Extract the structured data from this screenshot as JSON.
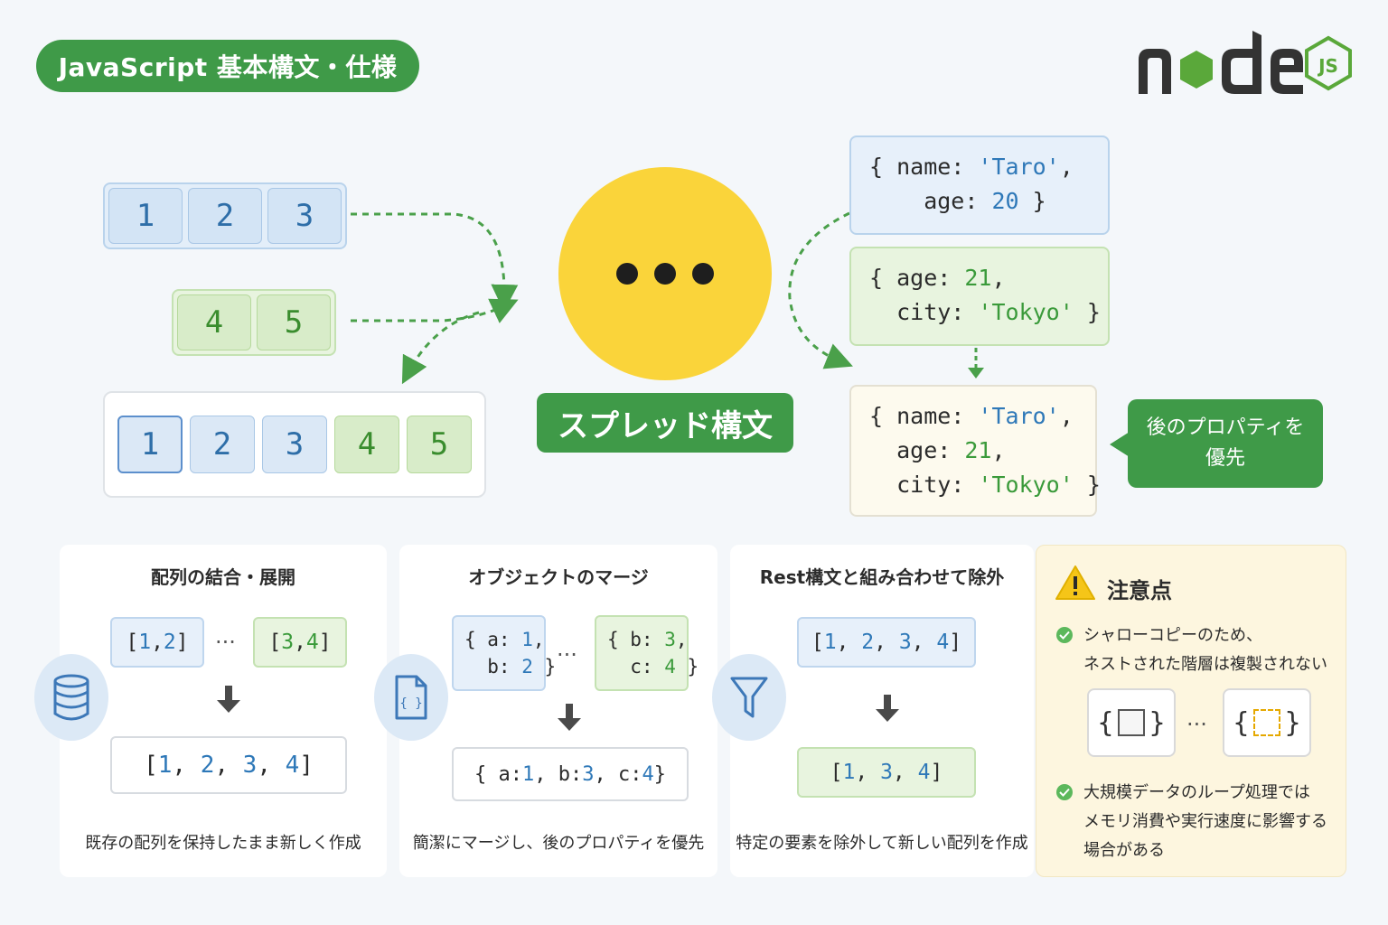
{
  "header": {
    "title": "JavaScript 基本構文・仕様",
    "logo_text": "node",
    "logo_badge": "JS"
  },
  "arrays": {
    "first": [
      "1",
      "2",
      "3"
    ],
    "second": [
      "4",
      "5"
    ],
    "merged_blue": [
      "1",
      "2",
      "3"
    ],
    "merged_green": [
      "4",
      "5"
    ]
  },
  "center": {
    "label": "スプレッド構文"
  },
  "objects": {
    "obj1": {
      "k1": "{ name: ",
      "v1": "'Taro'",
      "t1": ",",
      "k2": "    age: ",
      "v2": "20",
      "t2": " }"
    },
    "obj2": {
      "k1": "{ age: ",
      "v1": "21",
      "t1": ",",
      "k2": "  city: ",
      "v2": "'Tokyo'",
      "t2": " }"
    },
    "obj3": {
      "k1": "{ name: ",
      "v1": "'Taro'",
      "t1": ",",
      "k2": "  age: ",
      "v2": "21",
      "t2": ",",
      "k3": "  city: ",
      "v3": "'Tokyo'",
      "t3": " }"
    }
  },
  "callout": {
    "line1": "後のプロパティを",
    "line2": "優先"
  },
  "panels": [
    {
      "title": "配列の結合・展開",
      "icon": "database-icon",
      "left_open": "[ ",
      "left_a": "1",
      "left_sep": ", ",
      "left_b": "2",
      "left_close": " ]",
      "right_open": "[ ",
      "right_a": "3",
      "right_sep": ", ",
      "right_b": "4",
      "right_close": " ]",
      "ellipsis": "···",
      "result_open": "[ ",
      "result_values": [
        "1",
        "2",
        "3",
        "4"
      ],
      "result_close": " ]",
      "caption": "既存の配列を保持したまま新しく作成"
    },
    {
      "title": "オブジェクトのマージ",
      "icon": "json-file-icon",
      "left_line1_k": "{ a: ",
      "left_line1_v": "1",
      "left_line1_t": ",",
      "left_line2_k": "  b: ",
      "left_line2_v": "2",
      "left_line2_t": " }",
      "right_line1_k": "{ b: ",
      "right_line1_v": "3",
      "right_line1_t": ",",
      "right_line2_k": "  c: ",
      "right_line2_v": "4",
      "right_line2_t": " }",
      "ellipsis": "···",
      "result_a_k": "{ a: ",
      "result_a_v": "1",
      "result_b_k": ", b: ",
      "result_b_v": "3",
      "result_c_k": ", c: ",
      "result_c_v": "4",
      "result_close": " }",
      "caption": "簡潔にマージし、後のプロパティを優先"
    },
    {
      "title": "Rest構文と組み合わせて除外",
      "icon": "filter-icon",
      "input_open": "[ ",
      "input_values": [
        "1",
        "2",
        "3",
        "4"
      ],
      "input_close": " ]",
      "output_open": "[ ",
      "output_values": [
        "1",
        "3",
        "4"
      ],
      "output_close": " ]",
      "caption": "特定の要素を除外して新しい配列を作成"
    }
  ],
  "warning": {
    "title": "注意点",
    "item1": "シャローコピーのため、\nネストされた階層は複製されない",
    "item2": "大規模データのループ処理では\nメモリ消費や実行速度に影響する\n場合がある",
    "copy_left": "{",
    "copy_right": "}",
    "ellipsis": "···",
    "colors": {
      "warn": "#f5c518",
      "check": "#5cb85c"
    }
  },
  "colors": {
    "green": "#3f9a48",
    "yellow": "#fad43a",
    "blue_text": "#2e78b8",
    "green_text": "#3a9a3a"
  }
}
